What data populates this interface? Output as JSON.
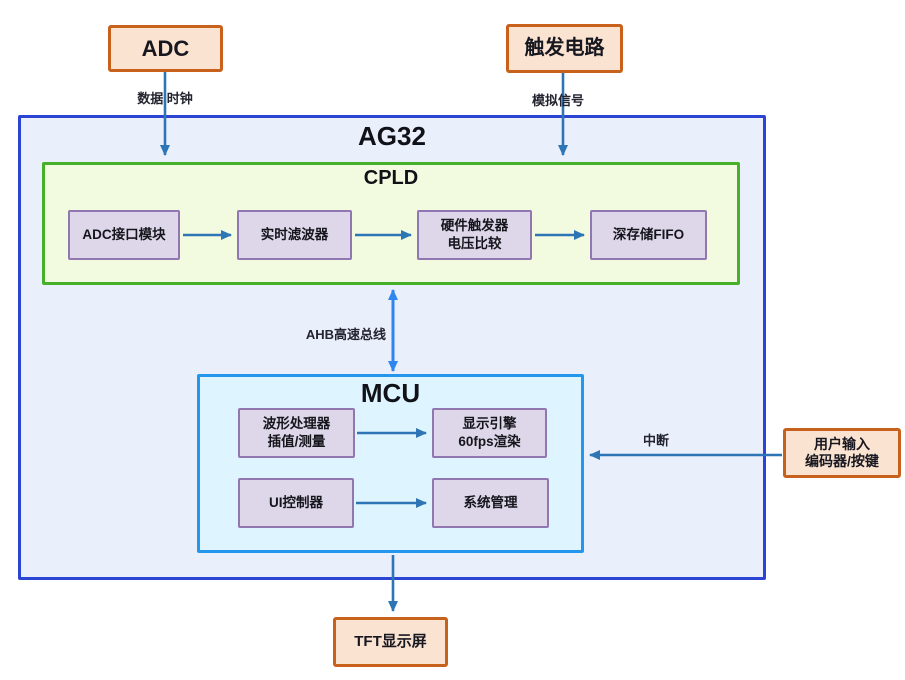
{
  "diagram": {
    "title": "AG32",
    "external": {
      "adc_label": "ADC",
      "trigger_label": "触发电路",
      "user_input_line1": "用户输入",
      "user_input_line2": "编码器/按键",
      "tft_label": "TFT显示屏"
    },
    "cpld": {
      "title": "CPLD",
      "modules": [
        {
          "label": "ADC接口模块"
        },
        {
          "label": "实时滤波器"
        },
        {
          "line1": "硬件触发器",
          "line2": "电压比较"
        },
        {
          "label": "深存储FIFO"
        }
      ]
    },
    "mcu": {
      "title": "MCU",
      "modules": [
        {
          "line1": "波形处理器",
          "line2": "插值/测量"
        },
        {
          "line1": "显示引擎",
          "line2": "60fps渲染"
        },
        {
          "label": "UI控制器"
        },
        {
          "label": "系统管理"
        }
      ]
    },
    "edge_labels": {
      "adc_to_cpld": "数据 时钟",
      "trigger_to_cpld": "模拟信号",
      "cpld_mcu_bus": "AHB高速总线",
      "user_input_to_mcu": "中断"
    },
    "colors": {
      "external_box_border": "#c8611c",
      "external_box_fill": "#fbe3d2",
      "ag32_border": "#2b44d4",
      "ag32_fill": "#eaeffc",
      "cpld_border": "#47b02b",
      "cpld_fill": "#f2fbdf",
      "module_border": "#9177b2",
      "module_fill": "#ded7e9",
      "mcu_border": "#2496ec",
      "mcu_fill": "#def4fe",
      "arrow_steel": "#2e75b6",
      "arrow_bright": "#2f86ee"
    }
  }
}
